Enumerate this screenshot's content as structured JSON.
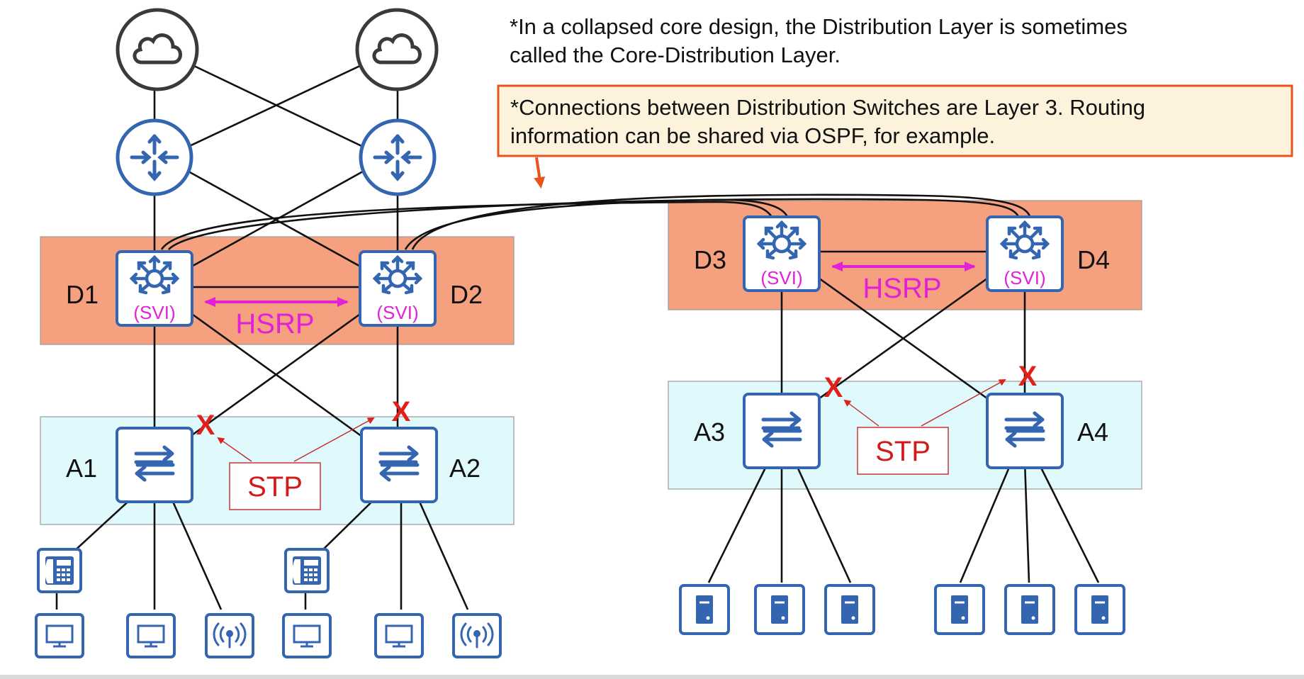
{
  "notes": {
    "collapsed_core_line1": "*In a collapsed core design, the Distribution Layer is sometimes",
    "collapsed_core_line2": "called the Core-Distribution Layer.",
    "layer3_line1": "*Connections between Distribution Switches are Layer 3.  Routing",
    "layer3_line2": "information can be shared via OSPF, for example."
  },
  "distribution_switches": [
    {
      "id": "D1",
      "svi": "(SVI)"
    },
    {
      "id": "D2",
      "svi": "(SVI)"
    },
    {
      "id": "D3",
      "svi": "(SVI)"
    },
    {
      "id": "D4",
      "svi": "(SVI)"
    }
  ],
  "access_switches": [
    {
      "id": "A1"
    },
    {
      "id": "A2"
    },
    {
      "id": "A3"
    },
    {
      "id": "A4"
    }
  ],
  "protocols": {
    "hsrp_left": "HSRP",
    "hsrp_right": "HSRP",
    "stp_left": "STP",
    "stp_right": "STP",
    "blocked_mark": "X"
  },
  "icons": {
    "internet": "cloud-icon",
    "router": "router-icon",
    "l3_switch": "multilayer-switch-icon",
    "l2_switch": "switch-icon",
    "phone": "ip-phone-icon",
    "pc": "monitor-icon",
    "wireless_ap": "wireless-ap-icon",
    "server": "server-icon"
  },
  "colors": {
    "device_blue": "#3465b0",
    "distribution_zone": "#f5a07f",
    "access_zone": "#dff9fc",
    "hsrp_magenta": "#e121d8",
    "stp_red": "#d21a1a",
    "callout_border": "#e8521b",
    "callout_fill": "#fdf3dc"
  }
}
